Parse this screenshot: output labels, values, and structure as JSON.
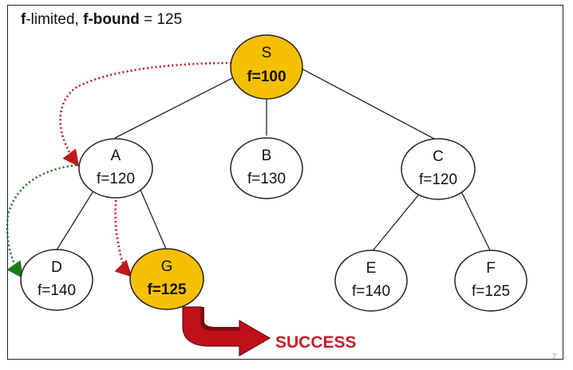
{
  "heading": {
    "label_f1": "f",
    "label_limited": "-limited, ",
    "label_f2": "f",
    "label_bound": "-bound",
    "label_value": " = 125"
  },
  "nodes": {
    "S": {
      "name": "S",
      "f": "f=100",
      "highlight": true
    },
    "A": {
      "name": "A",
      "f": "f=120",
      "highlight": false
    },
    "B": {
      "name": "B",
      "f": "f=130",
      "highlight": false
    },
    "C": {
      "name": "C",
      "f": "f=120",
      "highlight": false
    },
    "D": {
      "name": "D",
      "f": "f=140",
      "highlight": false
    },
    "G": {
      "name": "G",
      "f": "f=125",
      "highlight": true
    },
    "E": {
      "name": "E",
      "f": "f=140",
      "highlight": false
    },
    "F": {
      "name": "F",
      "f": "f=125",
      "highlight": false
    }
  },
  "result_label": "SUCCESS",
  "page_number": "7",
  "colors": {
    "highlight_fill": "#f5c000",
    "node_fill": "#ffffff",
    "edge": "#222222",
    "red_path": "#c01818",
    "green_path": "#1e7a1e",
    "arrow_fill": "#c0101a",
    "arrow_shade": "#7a0a10"
  }
}
